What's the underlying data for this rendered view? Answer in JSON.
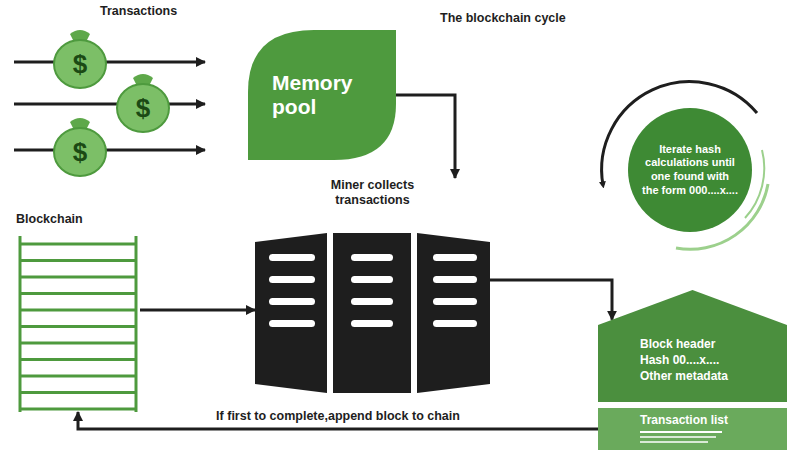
{
  "diagram": {
    "title": "The blockchain cycle",
    "nodes": [
      {
        "text": [
          "Memory pool"
        ]
      },
      {
        "text": [
          "Iterate hash calculations until one found with the form 000....x...."
        ]
      },
      {
        "text": [
          "Blockchain"
        ]
      },
      {
        "text": [
          "Miner collects transactions"
        ]
      },
      {
        "text": [
          "Block header",
          "Hash 00....x....",
          "Other metadata"
        ]
      },
      {
        "text": [
          "Transaction list"
        ]
      }
    ],
    "edges": [
      {
        "from": 0,
        "to": 3,
        "arrow": "to"
      },
      {
        "from": 2,
        "to": 3,
        "arrow": "to"
      },
      {
        "from": 3,
        "to": 4,
        "arrow": "to"
      },
      {
        "from": 5,
        "to": 2,
        "label": "If first to complete,append block to chain",
        "arrow": "to"
      }
    ],
    "labels": [
      "Transactions",
      "$",
      "$",
      "$"
    ]
  }
}
